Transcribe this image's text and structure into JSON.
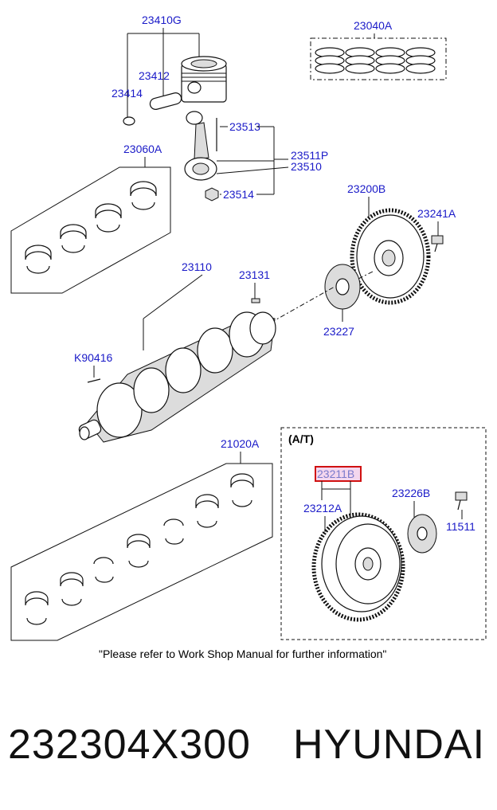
{
  "diagram": {
    "labels": {
      "piston_assy": "23410G",
      "ring_set": "23040A",
      "pin": "23412",
      "clip": "23414",
      "bolt": "23513",
      "bearing_set_upper": "23060A",
      "conrod_assy": "23511P",
      "conrod": "23510",
      "nut": "23514",
      "flywheel": "23200B",
      "flywheel_bolt": "23241A",
      "crankshaft": "23110",
      "key": "23131",
      "plate": "23227",
      "pin_k": "K90416",
      "main_bearing_set": "21020A",
      "drive_plate_assy": "23211B",
      "ring_gear": "23212A",
      "adapter_plate": "23226B",
      "bolt_at": "11511"
    },
    "at_box_title": "(A/T)",
    "note": "\"Please refer to Work Shop Manual for further information\""
  },
  "colors": {
    "label_blue": "#1a1ac8",
    "highlight_red": "#d01010",
    "highlight_fill": "#f4d7ee"
  },
  "footer": {
    "part_number": "232304X300",
    "brand": "HYUNDAI"
  }
}
